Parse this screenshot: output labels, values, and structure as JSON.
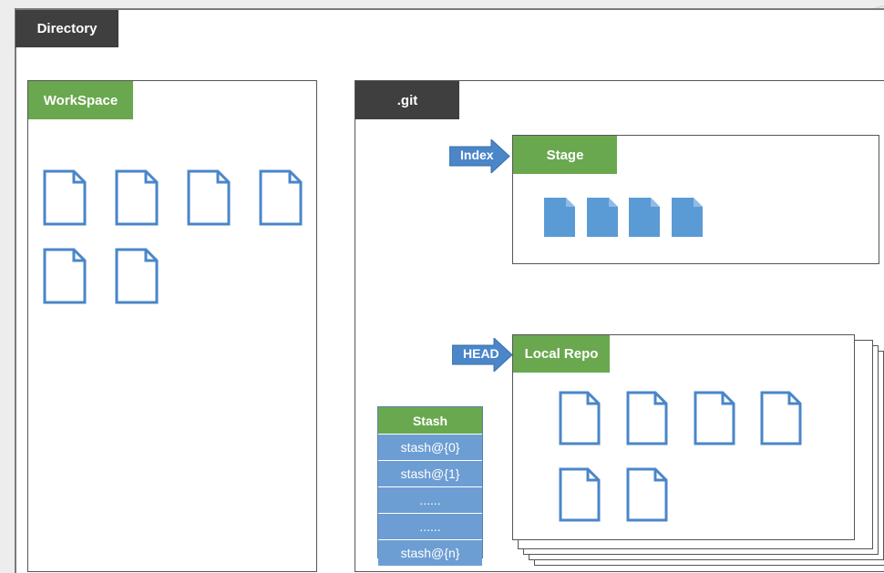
{
  "directory": {
    "label": "Directory"
  },
  "workspace": {
    "label": "WorkSpace"
  },
  "git": {
    "label": ".git"
  },
  "index": {
    "arrow_label": "Index"
  },
  "stage": {
    "label": "Stage"
  },
  "head": {
    "arrow_label": "HEAD"
  },
  "local_repo": {
    "label": "Local Repo"
  },
  "stash": {
    "label": "Stash",
    "entries": [
      "stash@{0}",
      "stash@{1}",
      "......",
      "......",
      "stash@{n}"
    ]
  },
  "colors": {
    "green": "#6aa84f",
    "dark": "#3f3f3f",
    "blue": "#4a86c8",
    "stash_blue": "#6d9ed3"
  },
  "icons": {
    "file_outline": "file-outline-icon",
    "file_filled": "file-filled-icon"
  }
}
